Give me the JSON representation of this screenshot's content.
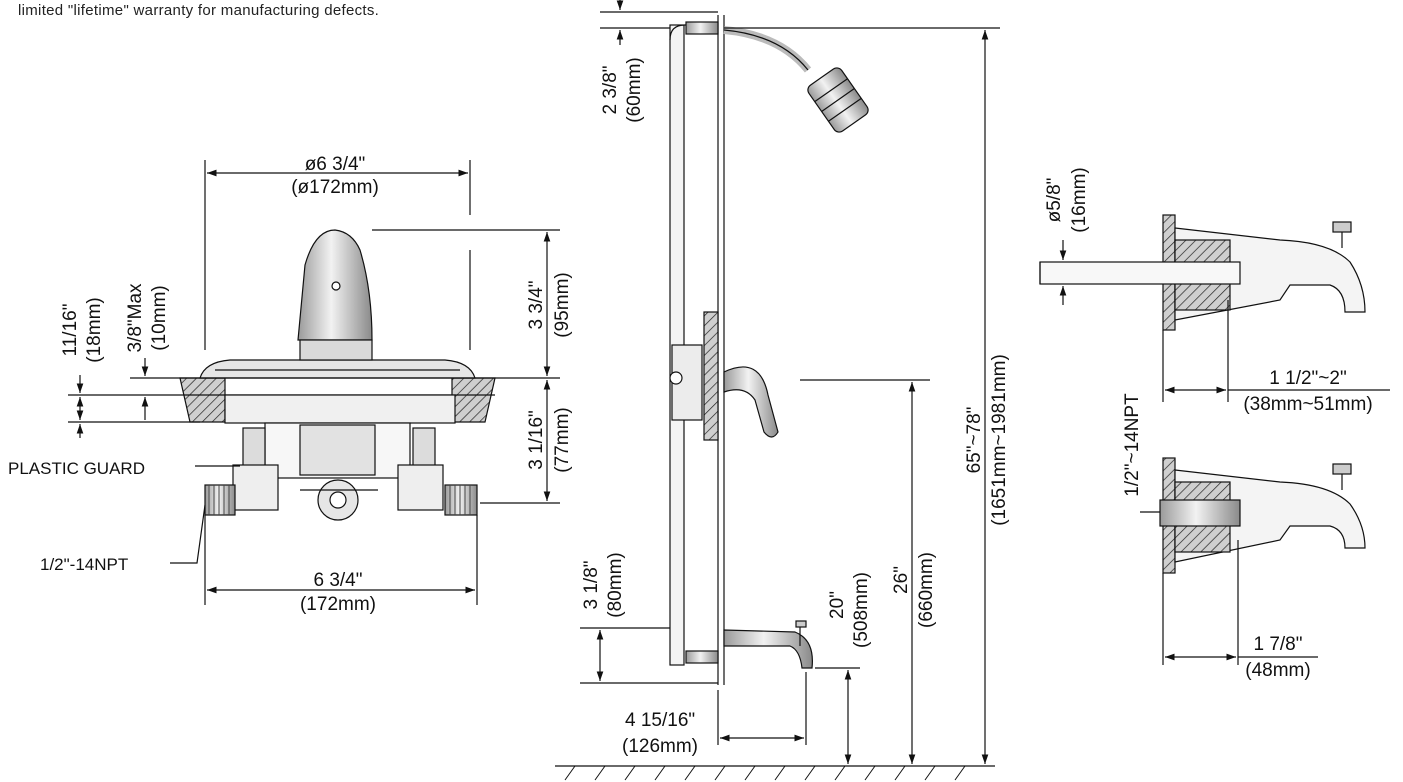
{
  "note": "limited \"lifetime\" warranty for manufacturing defects.",
  "valve": {
    "trim_diameter": {
      "in": "ø6 3/4\"",
      "mm": "(ø172mm)"
    },
    "handle_height": {
      "in": "3 3/4\"",
      "mm": "(95mm)"
    },
    "body_depth": {
      "in": "3 1/16\"",
      "mm": "(77mm)"
    },
    "wall_min": {
      "in": "11/16\"",
      "mm": "(18mm)"
    },
    "wall_max": {
      "in": "3/8\"Max",
      "mm": "(10mm)"
    },
    "inlet_width": {
      "in": "6 3/4\"",
      "mm": "(172mm)"
    },
    "plastic_guard_label": "PLASTIC GUARD",
    "npt_label": "1/2\"-14NPT"
  },
  "elevation": {
    "top_offset": {
      "in": "2 3/8\"",
      "mm": "(60mm)"
    },
    "overall_height": {
      "in": "65\"~78\"",
      "mm": "(1651mm~1981mm)"
    },
    "valve_height": {
      "in": "26\"",
      "mm": "(660mm)"
    },
    "spout_height": {
      "in": "20\"",
      "mm": "(508mm)"
    },
    "spout_offset": {
      "in": "3 1/8\"",
      "mm": "(80mm)"
    },
    "spout_reach": {
      "in": "4 15/16\"",
      "mm": "(126mm)"
    }
  },
  "spout": {
    "pipe_diameter": {
      "in": "ø5/8\"",
      "mm": "(16mm)"
    },
    "slip_range": {
      "in": "1 1/2\"~2\"",
      "mm": "(38mm~51mm)"
    },
    "npt_label": "1/2\"~14NPT",
    "thread_len": {
      "in": "1 7/8\"",
      "mm": "(48mm)"
    }
  }
}
